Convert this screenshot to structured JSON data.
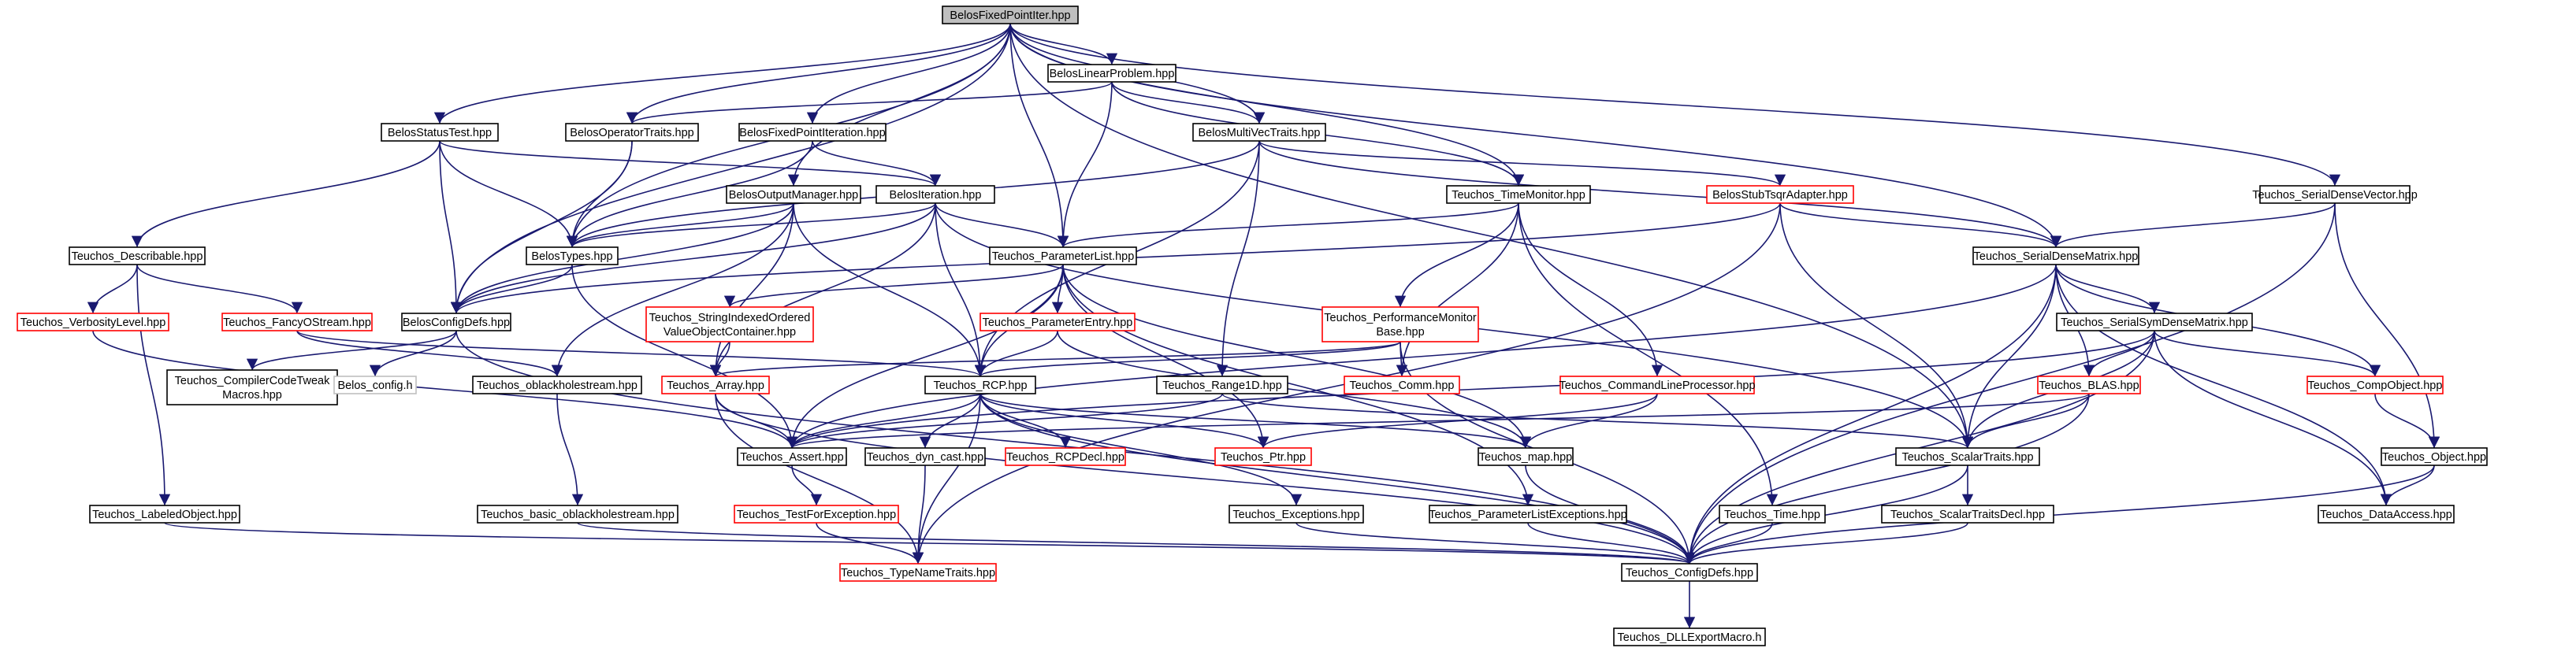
{
  "colors": {
    "edge": "#191970",
    "border_default": "#000000",
    "border_red": "#ff0000",
    "border_grey": "#bfbfbf",
    "root_fill": "#bfbfbf"
  },
  "nodes": [
    {
      "id": "root",
      "label": "BelosFixedPointIter.hpp",
      "style": "root"
    },
    {
      "id": "linprob",
      "label": "BelosLinearProblem.hpp",
      "style": "black"
    },
    {
      "id": "statustest",
      "label": "BelosStatusTest.hpp",
      "style": "black"
    },
    {
      "id": "optraits",
      "label": "BelosOperatorTraits.hpp",
      "style": "black"
    },
    {
      "id": "fpiteration",
      "label": "BelosFixedPointIteration.hpp",
      "style": "black"
    },
    {
      "id": "multivec",
      "label": "BelosMultiVecTraits.hpp",
      "style": "black"
    },
    {
      "id": "outmgr",
      "label": "BelosOutputManager.hpp",
      "style": "black"
    },
    {
      "id": "iteration",
      "label": "BelosIteration.hpp",
      "style": "black"
    },
    {
      "id": "timemon",
      "label": "Teuchos_TimeMonitor.hpp",
      "style": "black"
    },
    {
      "id": "tsqr",
      "label": "BelosStubTsqrAdapter.hpp",
      "style": "red"
    },
    {
      "id": "sdvec",
      "label": "Teuchos_SerialDenseVector.hpp",
      "style": "black"
    },
    {
      "id": "describable",
      "label": "Teuchos_Describable.hpp",
      "style": "black"
    },
    {
      "id": "belostypes",
      "label": "BelosTypes.hpp",
      "style": "black"
    },
    {
      "id": "paramlist",
      "label": "Teuchos_ParameterList.hpp",
      "style": "black"
    },
    {
      "id": "sdmatrix",
      "label": "Teuchos_SerialDenseMatrix.hpp",
      "style": "black"
    },
    {
      "id": "verbosity",
      "label": "Teuchos_VerbosityLevel.hpp",
      "style": "red"
    },
    {
      "id": "fancyo",
      "label": "Teuchos_FancyOStream.hpp",
      "style": "red"
    },
    {
      "id": "configdefs",
      "label": "BelosConfigDefs.hpp",
      "style": "black"
    },
    {
      "id": "strindexed",
      "label": [
        "Teuchos_StringIndexedOrdered",
        "ValueObjectContainer.hpp"
      ],
      "style": "red"
    },
    {
      "id": "paramentry",
      "label": "Teuchos_ParameterEntry.hpp",
      "style": "red"
    },
    {
      "id": "perfmon",
      "label": [
        "Teuchos_PerformanceMonitor",
        "Base.hpp"
      ],
      "style": "red"
    },
    {
      "id": "symdense",
      "label": "Teuchos_SerialSymDenseMatrix.hpp",
      "style": "black"
    },
    {
      "id": "compilercode",
      "label": [
        "Teuchos_CompilerCodeTweak",
        "Macros.hpp"
      ],
      "style": "black"
    },
    {
      "id": "belosconfig",
      "label": "Belos_config.h",
      "style": "grey"
    },
    {
      "id": "oblackhole",
      "label": "Teuchos_oblackholestream.hpp",
      "style": "black"
    },
    {
      "id": "array",
      "label": "Teuchos_Array.hpp",
      "style": "red"
    },
    {
      "id": "rcp",
      "label": "Teuchos_RCP.hpp",
      "style": "black"
    },
    {
      "id": "range1d",
      "label": "Teuchos_Range1D.hpp",
      "style": "black"
    },
    {
      "id": "comm",
      "label": "Teuchos_Comm.hpp",
      "style": "red"
    },
    {
      "id": "cmdline",
      "label": "Teuchos_CommandLineProcessor.hpp",
      "style": "red"
    },
    {
      "id": "blas",
      "label": "Teuchos_BLAS.hpp",
      "style": "red"
    },
    {
      "id": "compobject",
      "label": "Teuchos_CompObject.hpp",
      "style": "red"
    },
    {
      "id": "assert",
      "label": "Teuchos_Assert.hpp",
      "style": "black"
    },
    {
      "id": "dyncast",
      "label": "Teuchos_dyn_cast.hpp",
      "style": "black"
    },
    {
      "id": "rcpdecl",
      "label": "Teuchos_RCPDecl.hpp",
      "style": "red"
    },
    {
      "id": "ptr",
      "label": "Teuchos_Ptr.hpp",
      "style": "red"
    },
    {
      "id": "map",
      "label": "Teuchos_map.hpp",
      "style": "black"
    },
    {
      "id": "scalartraits",
      "label": "Teuchos_ScalarTraits.hpp",
      "style": "black"
    },
    {
      "id": "object",
      "label": "Teuchos_Object.hpp",
      "style": "black"
    },
    {
      "id": "labeled",
      "label": "Teuchos_LabeledObject.hpp",
      "style": "black"
    },
    {
      "id": "basicob",
      "label": "Teuchos_basic_oblackholestream.hpp",
      "style": "black"
    },
    {
      "id": "testfor",
      "label": "Teuchos_TestForException.hpp",
      "style": "red"
    },
    {
      "id": "exceptions",
      "label": "Teuchos_Exceptions.hpp",
      "style": "black"
    },
    {
      "id": "plexcept",
      "label": "Teuchos_ParameterListExceptions.hpp",
      "style": "black"
    },
    {
      "id": "time",
      "label": "Teuchos_Time.hpp",
      "style": "black"
    },
    {
      "id": "scalardecl",
      "label": "Teuchos_ScalarTraitsDecl.hpp",
      "style": "black"
    },
    {
      "id": "dataaccess",
      "label": "Teuchos_DataAccess.hpp",
      "style": "black"
    },
    {
      "id": "typename",
      "label": "Teuchos_TypeNameTraits.hpp",
      "style": "red"
    },
    {
      "id": "teuchosconfig",
      "label": "Teuchos_ConfigDefs.hpp",
      "style": "black"
    },
    {
      "id": "dllexport",
      "label": "Teuchos_DLLExportMacro.h",
      "style": "black"
    }
  ],
  "edges": [
    [
      "root",
      "linprob"
    ],
    [
      "root",
      "statustest"
    ],
    [
      "root",
      "optraits"
    ],
    [
      "root",
      "fpiteration"
    ],
    [
      "root",
      "multivec"
    ],
    [
      "root",
      "outmgr"
    ],
    [
      "root",
      "paramlist"
    ],
    [
      "root",
      "timemon"
    ],
    [
      "root",
      "sdmatrix"
    ],
    [
      "root",
      "sdvec"
    ],
    [
      "root",
      "belostypes"
    ],
    [
      "root",
      "configdefs"
    ],
    [
      "root",
      "scalartraits"
    ],
    [
      "linprob",
      "multivec"
    ],
    [
      "linprob",
      "optraits"
    ],
    [
      "linprob",
      "paramlist"
    ],
    [
      "linprob",
      "timemon"
    ],
    [
      "statustest",
      "describable"
    ],
    [
      "statustest",
      "belostypes"
    ],
    [
      "statustest",
      "configdefs"
    ],
    [
      "statustest",
      "iteration"
    ],
    [
      "optraits",
      "belostypes"
    ],
    [
      "optraits",
      "configdefs"
    ],
    [
      "fpiteration",
      "iteration"
    ],
    [
      "fpiteration",
      "belostypes"
    ],
    [
      "multivec",
      "belostypes"
    ],
    [
      "multivec",
      "tsqr"
    ],
    [
      "multivec",
      "sdmatrix"
    ],
    [
      "multivec",
      "range1d"
    ],
    [
      "multivec",
      "rcp"
    ],
    [
      "outmgr",
      "belostypes"
    ],
    [
      "outmgr",
      "configdefs"
    ],
    [
      "outmgr",
      "rcp"
    ],
    [
      "outmgr",
      "array"
    ],
    [
      "outmgr",
      "oblackhole"
    ],
    [
      "iteration",
      "belostypes"
    ],
    [
      "iteration",
      "configdefs"
    ],
    [
      "iteration",
      "paramlist"
    ],
    [
      "iteration",
      "rcp"
    ],
    [
      "iteration",
      "array"
    ],
    [
      "iteration",
      "scalartraits"
    ],
    [
      "timemon",
      "paramlist"
    ],
    [
      "timemon",
      "perfmon"
    ],
    [
      "timemon",
      "comm"
    ],
    [
      "timemon",
      "cmdline"
    ],
    [
      "timemon",
      "time"
    ],
    [
      "tsqr",
      "sdmatrix"
    ],
    [
      "tsqr",
      "scalartraits"
    ],
    [
      "tsqr",
      "configdefs"
    ],
    [
      "tsqr",
      "typename"
    ],
    [
      "sdvec",
      "sdmatrix"
    ],
    [
      "sdvec",
      "object"
    ],
    [
      "sdvec",
      "teuchosconfig"
    ],
    [
      "describable",
      "verbosity"
    ],
    [
      "describable",
      "fancyo"
    ],
    [
      "describable",
      "labeled"
    ],
    [
      "belostypes",
      "configdefs"
    ],
    [
      "belostypes",
      "assert"
    ],
    [
      "paramlist",
      "strindexed"
    ],
    [
      "paramlist",
      "paramentry"
    ],
    [
      "paramlist",
      "rcp"
    ],
    [
      "paramlist",
      "assert"
    ],
    [
      "paramlist",
      "map"
    ],
    [
      "paramlist",
      "plexcept"
    ],
    [
      "paramlist",
      "ptr"
    ],
    [
      "sdmatrix",
      "symdense"
    ],
    [
      "sdmatrix",
      "blas"
    ],
    [
      "sdmatrix",
      "compobject"
    ],
    [
      "sdmatrix",
      "scalartraits"
    ],
    [
      "sdmatrix",
      "dataaccess"
    ],
    [
      "sdmatrix",
      "teuchosconfig"
    ],
    [
      "sdmatrix",
      "assert"
    ],
    [
      "verbosity",
      "assert"
    ],
    [
      "fancyo",
      "oblackhole"
    ],
    [
      "fancyo",
      "rcp"
    ],
    [
      "configdefs",
      "compilercode"
    ],
    [
      "configdefs",
      "belosconfig"
    ],
    [
      "configdefs",
      "teuchosconfig"
    ],
    [
      "strindexed",
      "array"
    ],
    [
      "paramentry",
      "rcp"
    ],
    [
      "paramentry",
      "map"
    ],
    [
      "perfmon",
      "array"
    ],
    [
      "perfmon",
      "comm"
    ],
    [
      "perfmon",
      "rcp"
    ],
    [
      "perfmon",
      "teuchosconfig"
    ],
    [
      "symdense",
      "blas"
    ],
    [
      "symdense",
      "compobject"
    ],
    [
      "symdense",
      "scalartraits"
    ],
    [
      "symdense",
      "dataaccess"
    ],
    [
      "symdense",
      "teuchosconfig"
    ],
    [
      "symdense",
      "assert"
    ],
    [
      "oblackhole",
      "basicob"
    ],
    [
      "array",
      "assert"
    ],
    [
      "array",
      "typename"
    ],
    [
      "array",
      "teuchosconfig"
    ],
    [
      "rcp",
      "assert"
    ],
    [
      "rcp",
      "dyncast"
    ],
    [
      "rcp",
      "rcpdecl"
    ],
    [
      "rcp",
      "ptr"
    ],
    [
      "rcp",
      "map"
    ],
    [
      "rcp",
      "exceptions"
    ],
    [
      "rcp",
      "typename"
    ],
    [
      "rcp",
      "teuchosconfig"
    ],
    [
      "range1d",
      "assert"
    ],
    [
      "range1d",
      "scalartraits"
    ],
    [
      "cmdline",
      "map"
    ],
    [
      "cmdline",
      "ptr"
    ],
    [
      "blas",
      "assert"
    ],
    [
      "blas",
      "scalartraits"
    ],
    [
      "blas",
      "teuchosconfig"
    ],
    [
      "compobject",
      "object"
    ],
    [
      "assert",
      "testfor"
    ],
    [
      "dyncast",
      "typename"
    ],
    [
      "map",
      "teuchosconfig"
    ],
    [
      "scalartraits",
      "scalardecl"
    ],
    [
      "scalartraits",
      "teuchosconfig"
    ],
    [
      "object",
      "dataaccess"
    ],
    [
      "object",
      "teuchosconfig"
    ],
    [
      "labeled",
      "teuchosconfig"
    ],
    [
      "basicob",
      "teuchosconfig"
    ],
    [
      "testfor",
      "typename"
    ],
    [
      "exceptions",
      "teuchosconfig"
    ],
    [
      "plexcept",
      "teuchosconfig"
    ],
    [
      "time",
      "teuchosconfig"
    ],
    [
      "scalardecl",
      "teuchosconfig"
    ],
    [
      "teuchosconfig",
      "dllexport"
    ]
  ]
}
